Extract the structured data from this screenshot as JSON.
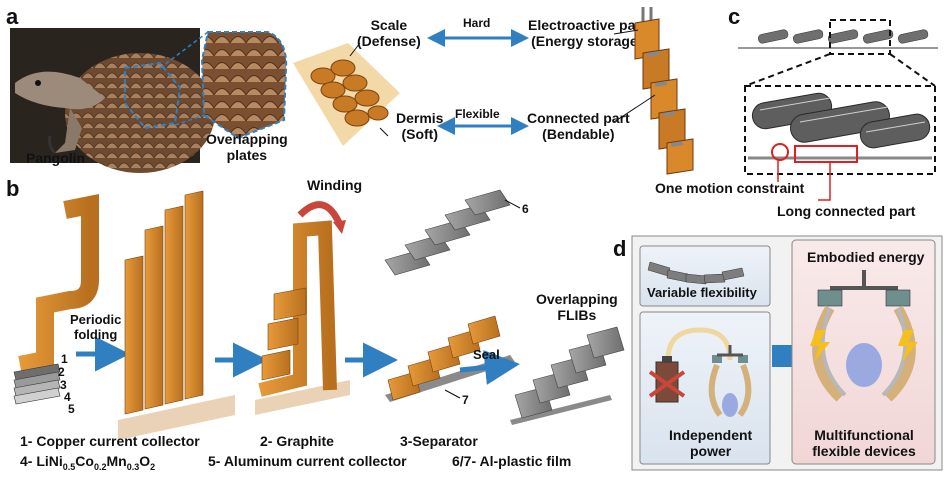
{
  "panel_a": {
    "label": "a",
    "pangolin": "Pangolin",
    "overlapping_plates": [
      "Overlapping",
      "plates"
    ],
    "scale": [
      "Scale",
      "(Defense)"
    ],
    "hard": "Hard",
    "electroactive": [
      "Electroactive part",
      "(Energy storage)"
    ],
    "dermis": [
      "Dermis",
      "(Soft)"
    ],
    "flexible": "Flexible",
    "connected": [
      "Connected part",
      "(Bendable)"
    ]
  },
  "panel_b": {
    "label": "b",
    "winding": "Winding",
    "periodic_folding": [
      "Periodic",
      "folding"
    ],
    "seal": "Seal",
    "overlapping_flibs": [
      "Overlapping",
      "FLIBs"
    ],
    "layer_numbers": [
      "1",
      "2",
      "3",
      "4",
      "5"
    ],
    "num6": "6",
    "num7": "7",
    "legend": [
      "1- Copper current collector",
      "2- Graphite",
      "3-Separator",
      "5- Aluminum current collector",
      "6/7- Al-plastic film"
    ],
    "legend4": {
      "prefix": "4- LiNi",
      "s1": "0.5",
      "co": "Co",
      "s2": "0.2",
      "mn": "Mn",
      "s3": "0.3",
      "o": "O",
      "s4": "2"
    }
  },
  "panel_c": {
    "label": "c",
    "one_motion": "One motion constraint",
    "long_connected": "Long connected part"
  },
  "panel_d": {
    "label": "d",
    "variable_flexibility": "Variable flexibility",
    "independent_power": [
      "Independent",
      "power"
    ],
    "embodied_energy": "Embodied energy",
    "multifunctional": [
      "Multifunctional",
      "flexible devices"
    ]
  },
  "colors": {
    "copper": "#d9892a",
    "copper_dark": "#a85f14",
    "grey": "#8c8c8c",
    "arrow_blue": "#2f7fc1",
    "red": "#e02020",
    "pink_bg": "#f7e4e4",
    "blue_bg": "#e6edf5"
  }
}
